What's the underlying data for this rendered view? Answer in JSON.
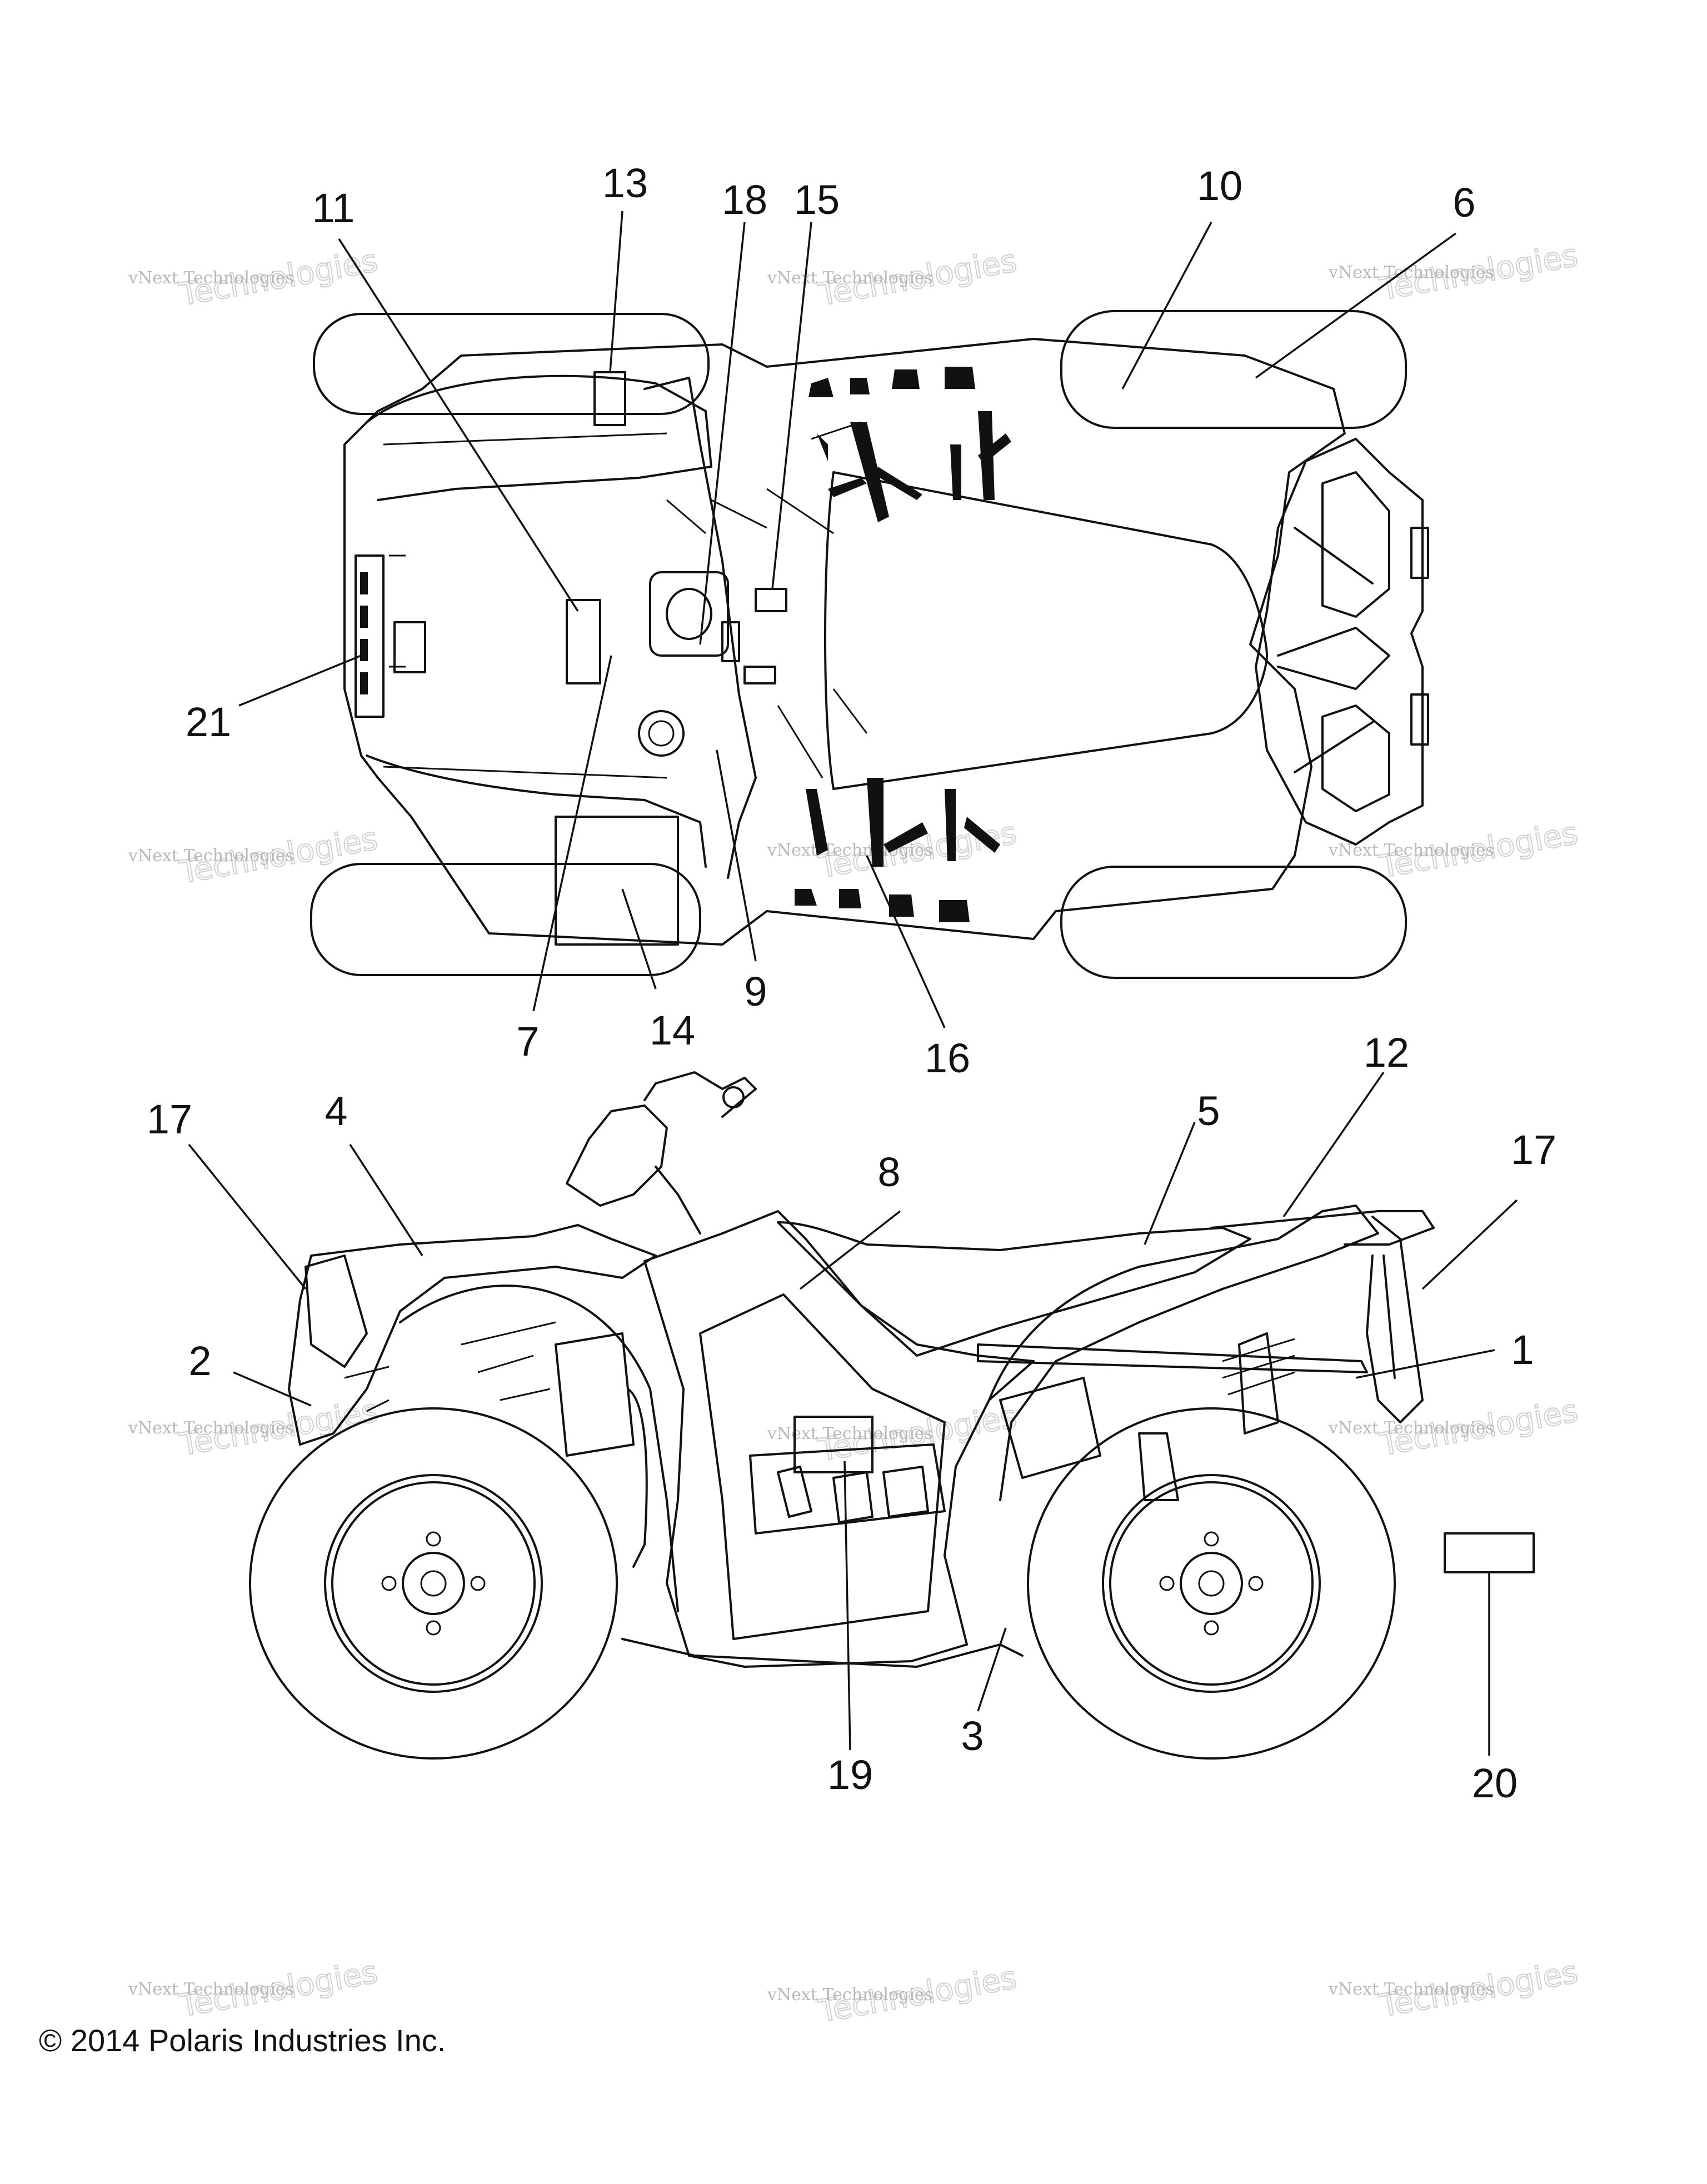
{
  "diagram": {
    "callouts": [
      {
        "id": "1",
        "label": "1"
      },
      {
        "id": "2",
        "label": "2"
      },
      {
        "id": "3",
        "label": "3"
      },
      {
        "id": "4",
        "label": "4"
      },
      {
        "id": "5",
        "label": "5"
      },
      {
        "id": "6",
        "label": "6"
      },
      {
        "id": "7",
        "label": "7"
      },
      {
        "id": "8",
        "label": "8"
      },
      {
        "id": "9",
        "label": "9"
      },
      {
        "id": "10",
        "label": "10"
      },
      {
        "id": "11",
        "label": "11"
      },
      {
        "id": "12",
        "label": "12"
      },
      {
        "id": "13",
        "label": "13"
      },
      {
        "id": "14",
        "label": "14"
      },
      {
        "id": "15",
        "label": "15"
      },
      {
        "id": "16",
        "label": "16"
      },
      {
        "id": "17a",
        "label": "17"
      },
      {
        "id": "17b",
        "label": "17"
      },
      {
        "id": "18",
        "label": "18"
      },
      {
        "id": "19",
        "label": "19"
      },
      {
        "id": "20",
        "label": "20"
      },
      {
        "id": "21",
        "label": "21"
      }
    ],
    "watermark": {
      "line1": "vNext Technologies",
      "big": "Technologies",
      "overlay": "vNext"
    },
    "copyright": "© 2014 Polaris Industries Inc."
  }
}
